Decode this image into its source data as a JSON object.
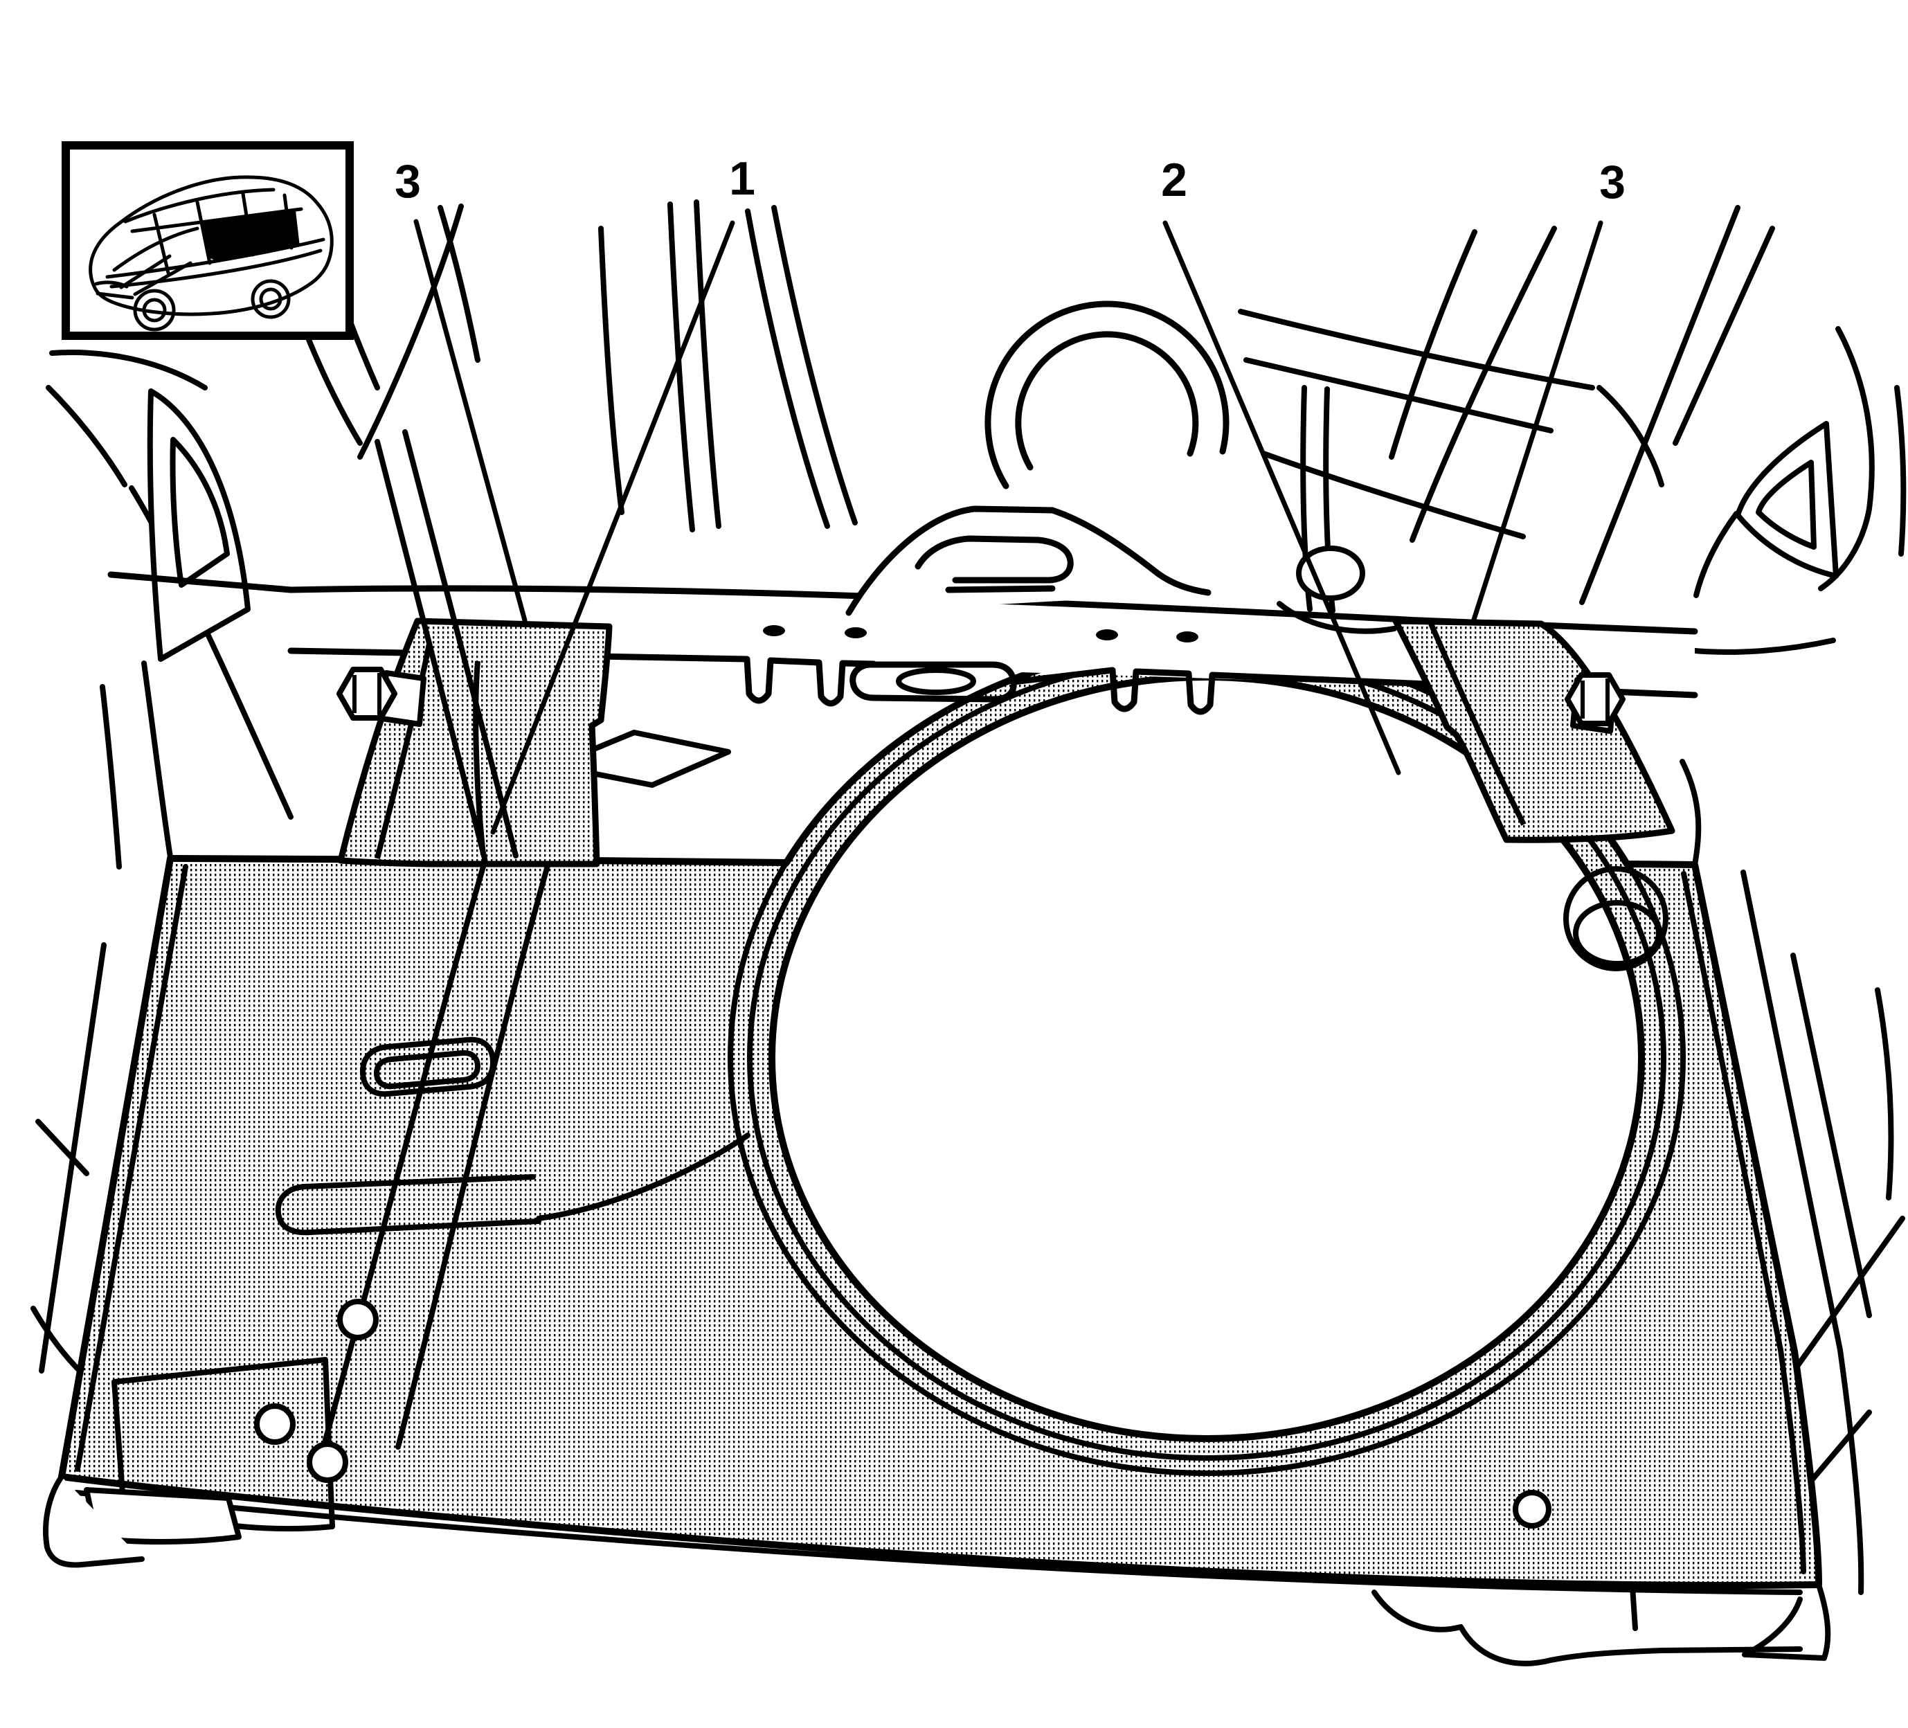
{
  "figure": {
    "kind": "service-manual-body-panel-illustration",
    "colors": {
      "background": "#ffffff",
      "line": "#000000",
      "pad_halftone_dot": "#000000"
    },
    "callouts": [
      {
        "label": "3"
      },
      {
        "label": "1"
      },
      {
        "label": "2"
      },
      {
        "label": "3"
      }
    ],
    "inset_icon": "vehicle-body-location-thumbnail-icon"
  }
}
